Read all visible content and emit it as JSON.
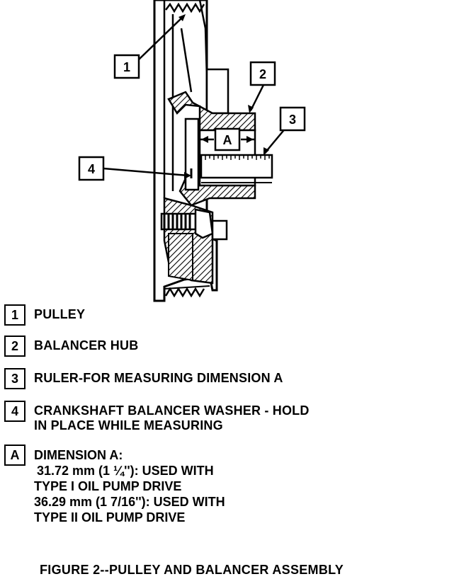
{
  "callouts": {
    "c1": "1",
    "c2": "2",
    "c3": "3",
    "c4": "4",
    "dimension_tag": "A"
  },
  "legend": [
    {
      "key": "1",
      "text": "PULLEY"
    },
    {
      "key": "2",
      "text": "BALANCER HUB"
    },
    {
      "key": "3",
      "text": "RULER-FOR MEASURING DIMENSION A"
    },
    {
      "key": "4",
      "text": "CRANKSHAFT BALANCER WASHER - HOLD\nIN PLACE WHILE MEASURING"
    }
  ],
  "dimension_entry": {
    "key": "A",
    "title": "DIMENSION A:",
    "lines": [
      "31.72 mm (1 ¼''): USED WITH",
      "TYPE I OIL PUMP DRIVE",
      "36.29 mm (1 7/16''): USED WITH",
      "TYPE II OIL PUMP DRIVE"
    ]
  },
  "caption": "FIGURE 2--PULLEY AND BALANCER ASSEMBLY",
  "colors": {
    "ink": "#000000",
    "paper": "#ffffff"
  }
}
